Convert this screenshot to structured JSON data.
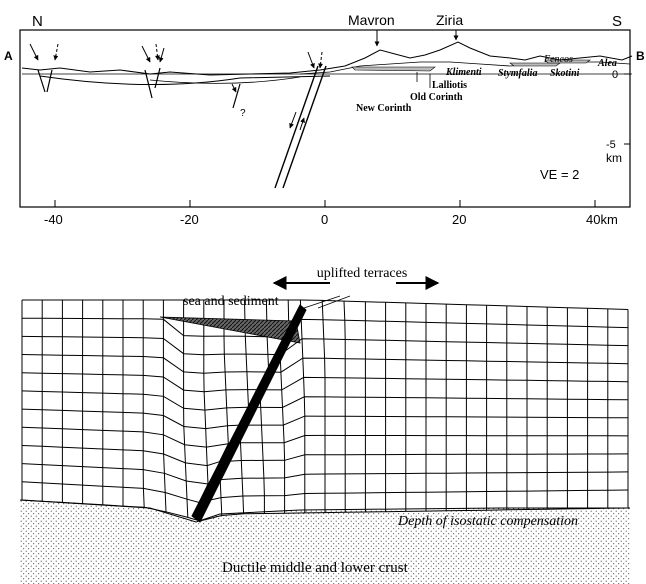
{
  "section": {
    "left_end": "A",
    "right_end": "B",
    "north": "N",
    "south": "S",
    "places": {
      "mavron": "Mavron",
      "ziria": "Ziria",
      "feneos": "Feneos",
      "alea": "Alea",
      "klimenti": "Klimenti",
      "stymfalia": "Stymfalia",
      "skotini": "Skotini",
      "lalliotis": "Lalliotis",
      "old_corinth": "Old Corinth",
      "new_corinth": "New Corinth"
    },
    "question_mark": "?",
    "depth_ticks": [
      "0",
      "-5"
    ],
    "depth_unit": "km",
    "vertical_exaggeration": "VE = 2",
    "x_ticks": [
      "-40",
      "-20",
      "0",
      "20",
      "40km"
    ]
  },
  "model": {
    "uplifted_terraces": "uplifted terraces",
    "sea_and_sediment": "sea and sediment",
    "compensation_depth": "Depth of isostatic compensation",
    "ductile_crust": "Ductile middle and lower crust"
  }
}
